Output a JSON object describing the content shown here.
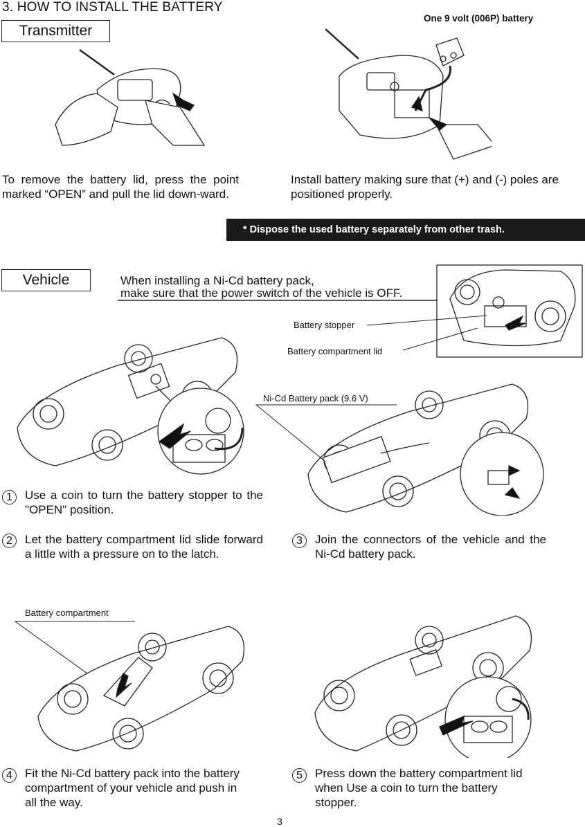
{
  "heading": "3. HOW TO INSTALL THE BATTERY",
  "transmitter": {
    "label": "Transmitter",
    "battery_callout": "One 9 volt (006P) battery",
    "remove_text": "To remove the battery lid, press the point marked “OPEN” and pull the lid down-ward.",
    "install_text": "Install battery making sure that (+) and (-) poles are  positioned properly."
  },
  "notice": "* Dispose the used battery separately from other trash.",
  "vehicle": {
    "label": "Vehicle",
    "warning_line1": "When installing a Ni-Cd battery pack,",
    "warning_line2": "make sure that the power switch of the vehicle is OFF.",
    "battery_stopper": "Battery stopper",
    "battery_compartment_lid": "Battery compartment lid",
    "nicd_pack": "Ni-Cd Battery pack (9.6 V)",
    "battery_compartment": "Battery compartment"
  },
  "steps": [
    {
      "num": "1",
      "text": "Use a coin to turn the battery stopper to the \"OPEN\" position."
    },
    {
      "num": "2",
      "text": "Let the battery compartment lid slide forward a little with a pressure on to the latch."
    },
    {
      "num": "3",
      "text": "Join the connectors of the vehicle and the Ni-Cd battery pack."
    },
    {
      "num": "4",
      "text": "Fit the Ni-Cd battery pack into the battery compartment of your vehicle and push in all the way."
    },
    {
      "num": "5",
      "text": "Press down the battery compartment lid when Use a coin to turn the battery stopper."
    }
  ],
  "page_number": "3"
}
